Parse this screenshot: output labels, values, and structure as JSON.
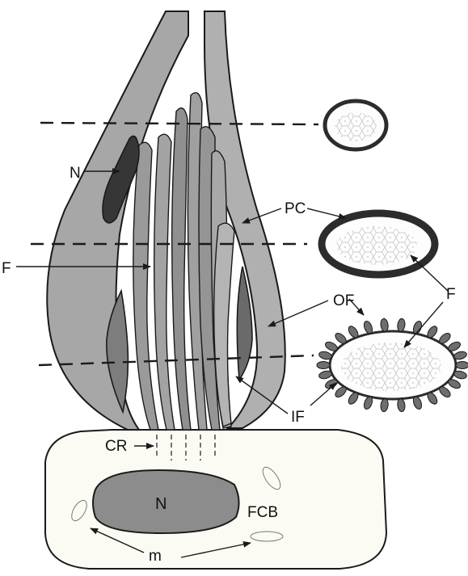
{
  "labels": {
    "n_top": "N",
    "f_left": "F",
    "pc": "PC",
    "of": "OF",
    "f_right": "F",
    "if": "IF",
    "cr": "CR",
    "n_body": "N",
    "fcb": "FCB",
    "m": "m"
  },
  "colors": {
    "stroke": "#1a1a1a",
    "sheath": "#a9a9a9",
    "fibril": "#8f8f8f",
    "fibril_light": "#b8b8b8",
    "nucleus_dark": "#3a3a3a",
    "nucleus_body": "#8a8a8a",
    "cell_fill": "#fbfbf4",
    "ring_dark": "#2c2c2c",
    "outer_fibril": "#6e6e6e",
    "lattice": "#d9d9d9"
  }
}
